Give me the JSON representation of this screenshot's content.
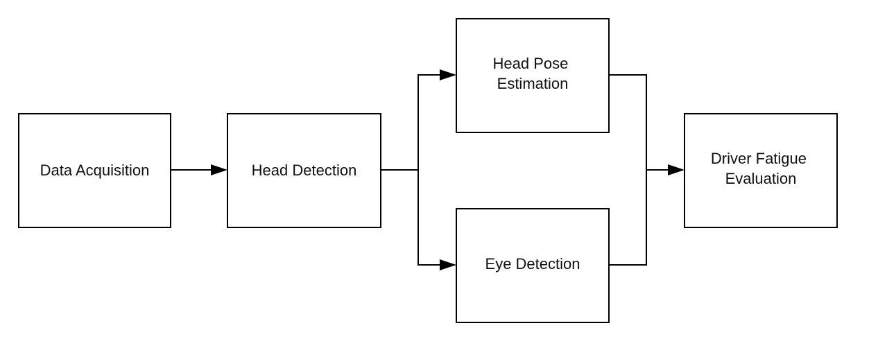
{
  "nodes": {
    "data_acquisition": {
      "lines": [
        "Data Acquisition"
      ]
    },
    "head_detection": {
      "lines": [
        "Head Detection"
      ]
    },
    "head_pose_estimation": {
      "lines": [
        "Head Pose",
        "Estimation"
      ]
    },
    "eye_detection": {
      "lines": [
        "Eye Detection"
      ]
    },
    "driver_fatigue_evaluation": {
      "lines": [
        "Driver Fatigue",
        "Evaluation"
      ]
    }
  },
  "edges": [
    {
      "from": "data_acquisition",
      "to": "head_detection"
    },
    {
      "from": "head_detection",
      "to": "head_pose_estimation"
    },
    {
      "from": "head_detection",
      "to": "eye_detection"
    },
    {
      "from": "head_pose_estimation",
      "to": "driver_fatigue_evaluation"
    },
    {
      "from": "eye_detection",
      "to": "driver_fatigue_evaluation"
    }
  ],
  "colors": {
    "stroke": "#000000",
    "text": "#111111",
    "background": "#ffffff"
  }
}
